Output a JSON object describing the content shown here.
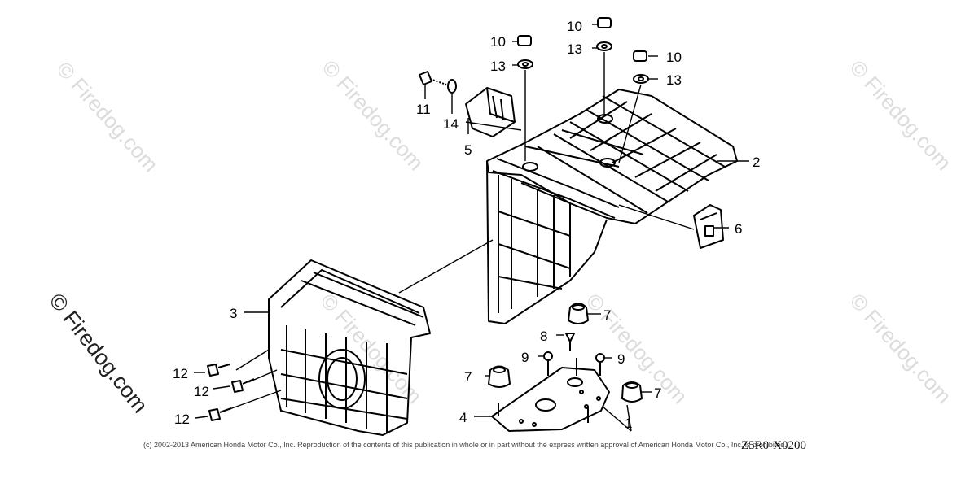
{
  "watermark": {
    "text": "© Firedog.com"
  },
  "copyright": "(c) 2002-2013 American Honda Motor Co., Inc. Reproduction of the contents of this publication in whole or in part without the express written approval of American Honda Motor Co., Inc. is prohibited.",
  "diagram_code": "Z5R0-X0200",
  "callouts": [
    "10",
    "13",
    "10",
    "13",
    "10",
    "13",
    "11",
    "14",
    "5",
    "2",
    "6",
    "3",
    "12",
    "12",
    "12",
    "7",
    "8",
    "9",
    "9",
    "7",
    "7",
    "4",
    "1"
  ]
}
